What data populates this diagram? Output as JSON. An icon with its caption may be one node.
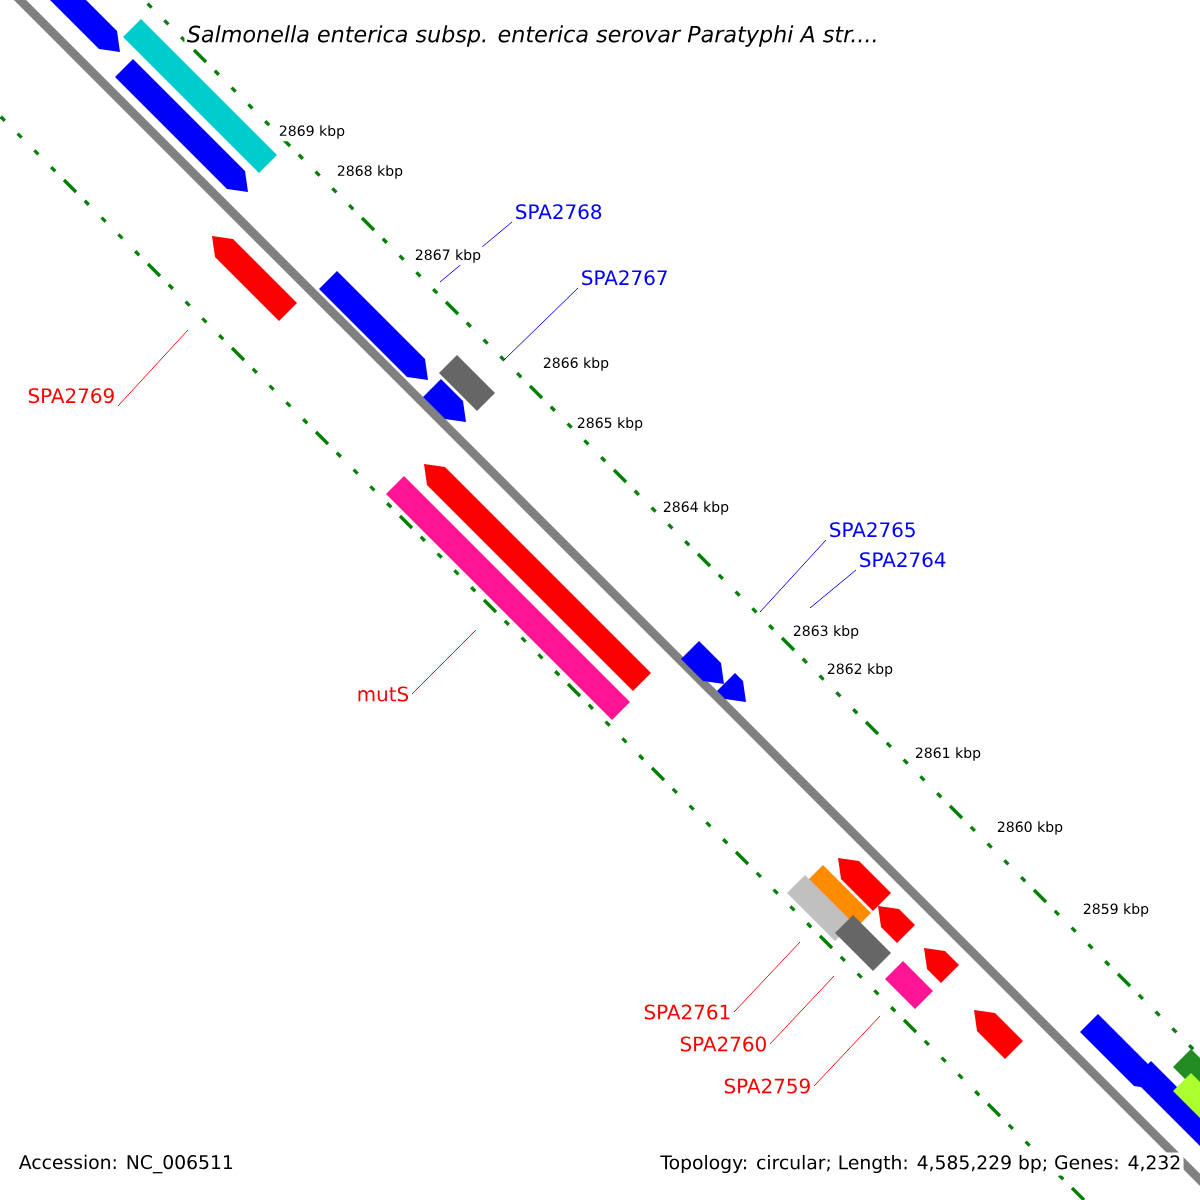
{
  "diagram": {
    "title": "Salmonella enterica subsp. enterica serovar Paratyphi A str....",
    "nodes": [
      {
        "text": [
          "SPA2768"
        ]
      },
      {
        "text": [
          "SPA2767"
        ]
      },
      {
        "text": [
          "SPA2769"
        ]
      },
      {
        "text": [
          "SPA2765"
        ]
      },
      {
        "text": [
          "SPA2764"
        ]
      },
      {
        "text": [
          "mutS"
        ]
      },
      {
        "text": [
          "SPA2761"
        ]
      },
      {
        "text": [
          "SPA2760"
        ]
      },
      {
        "text": [
          "SPA2759"
        ]
      }
    ],
    "edges": [
      {
        "from": 0,
        "to": null,
        "arrow": "none",
        "color": "#0000ff"
      },
      {
        "from": 1,
        "to": null,
        "arrow": "none",
        "color": "#0000ff"
      },
      {
        "from": 2,
        "to": null,
        "arrow": "none"
      },
      {
        "from": 3,
        "to": null,
        "arrow": "none",
        "color": "#0000ff"
      },
      {
        "from": 4,
        "to": null,
        "arrow": "none",
        "color": "#0000ff"
      },
      {
        "from": 5,
        "to": null,
        "arrow": "none"
      },
      {
        "from": 6,
        "to": null,
        "arrow": "none"
      },
      {
        "from": 7,
        "to": null,
        "arrow": "none"
      },
      {
        "from": 8,
        "to": null,
        "arrow": "none"
      }
    ],
    "labels": [
      "2869 kbp",
      "2868 kbp",
      "2867 kbp",
      "2866 kbp",
      "2865 kbp",
      "2864 kbp",
      "2863 kbp",
      "2862 kbp",
      "2861 kbp",
      "2860 kbp",
      "2859 kbp",
      "Accession: NC_006511",
      "Topology: circular; Length: 4,585,229 bp; Genes: 4,232"
    ]
  }
}
